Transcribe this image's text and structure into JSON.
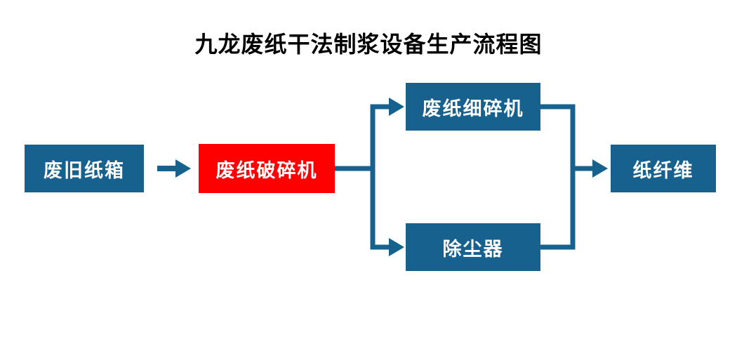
{
  "title": "九龙废纸干法制浆设备生产流程图",
  "colors": {
    "background": "#FFFFFF",
    "node_blue": "#17618F",
    "node_red": "#FF0000",
    "connector": "#17618F",
    "node_text": "#FFFFFF",
    "title_text": "#000000"
  },
  "nodes": {
    "waste_cardboard": {
      "label": "废旧纸箱"
    },
    "paper_crusher": {
      "label": "废纸破碎机"
    },
    "fine_crusher": {
      "label": "废纸细碎机"
    },
    "dust_collector": {
      "label": "除尘器"
    },
    "paper_fiber": {
      "label": "纸纤维"
    }
  },
  "edges": [
    {
      "from": "废旧纸箱",
      "to": "废纸破碎机"
    },
    {
      "from": "废纸破碎机",
      "to": "废纸细碎机"
    },
    {
      "from": "废纸破碎机",
      "to": "除尘器"
    },
    {
      "from": "废纸细碎机",
      "to": "纸纤维"
    },
    {
      "from": "除尘器",
      "to": "纸纤维"
    }
  ]
}
